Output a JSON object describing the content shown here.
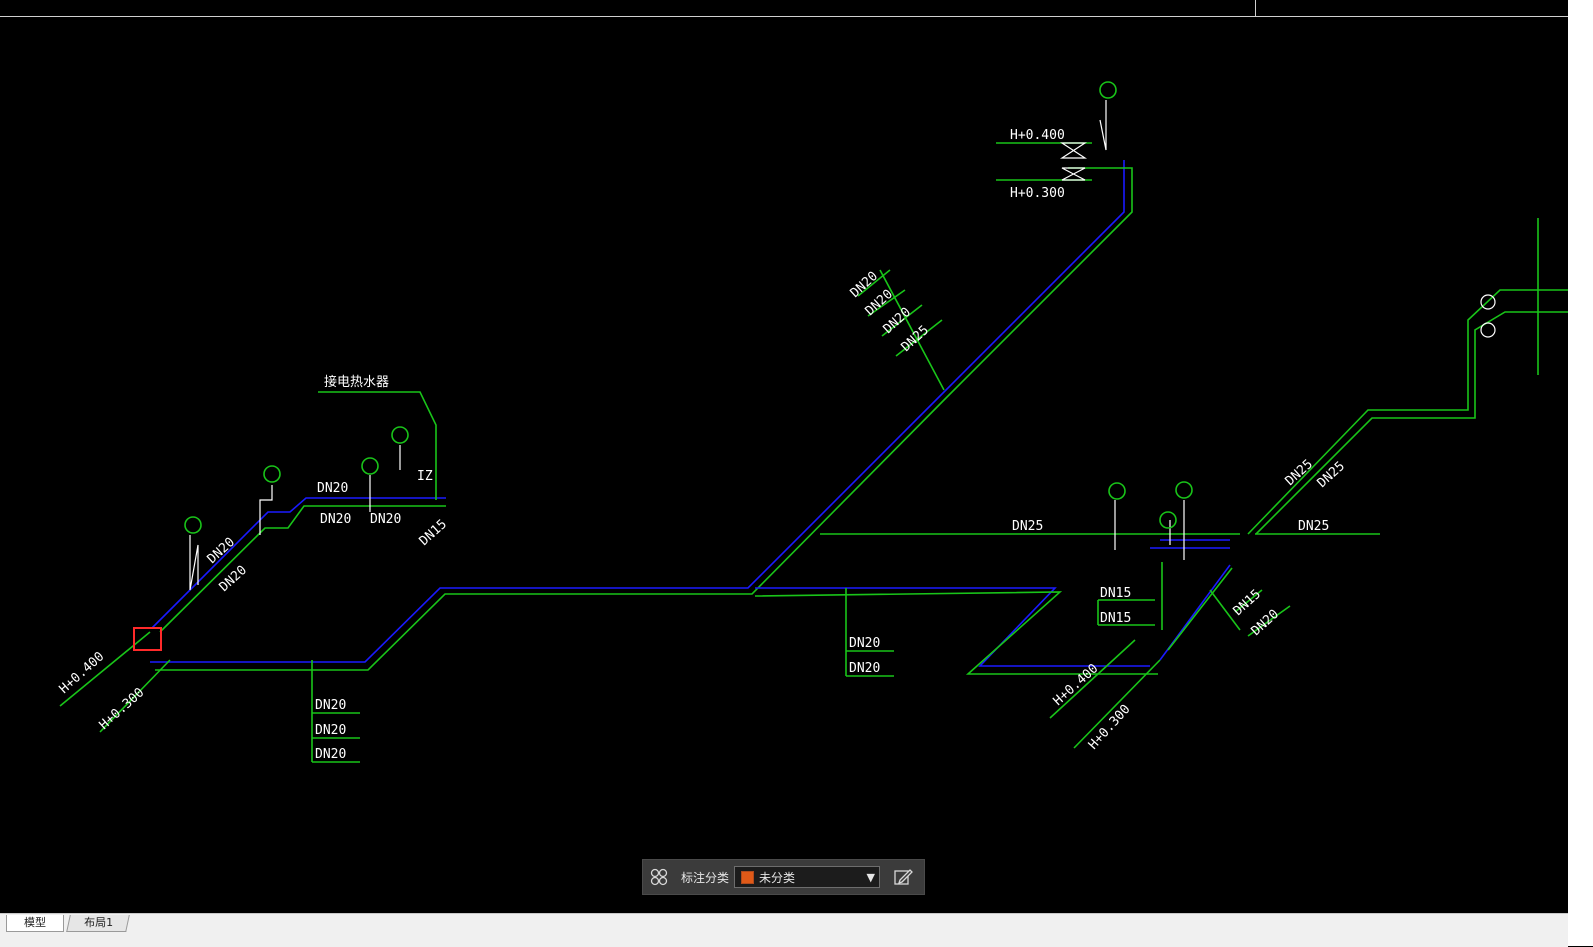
{
  "colors": {
    "canvas": "#000000",
    "pipe_blue": "#1a1aff",
    "pipe_green": "#19c419",
    "text_white": "#ffffff",
    "highlight_red": "#ff2a2a"
  },
  "drawing": {
    "heater_note": "接电热水器",
    "elev_h400_left": "H+0.400",
    "elev_h300_left": "H+0.300",
    "elev_h400_top": "H+0.400",
    "elev_h300_top": "H+0.300",
    "elev_h400_right": "H+0.400",
    "elev_h300_right": "H+0.300",
    "dn_left_1": "DN20",
    "dn_left_2": "DN20",
    "dn_upper_1": "DN20",
    "dn_upper_2": "DN20",
    "dn_upper_3": "DN20",
    "dn_upper_4": "DN15",
    "dn_iz": "IZ",
    "dn_bottom_1": "DN20",
    "dn_bottom_2": "DN20",
    "dn_bottom_3": "DN20",
    "dn_mid_1": "DN20",
    "dn_mid_2": "DN20",
    "dn_riser_1": "DN20",
    "dn_riser_2": "DN20",
    "dn_riser_3": "DN20",
    "dn_riser_4": "DN25",
    "dn_horizontal": "DN25",
    "dn_horizontal_right": "DN25",
    "dn_diag_1": "DN25",
    "dn_diag_2": "DN25",
    "dn_right_1": "DN15",
    "dn_right_2": "DN15",
    "dn_right_3": "DN15",
    "dn_right_4": "DN20"
  },
  "toolbar": {
    "category_label": "标注分类",
    "category_value": "未分类",
    "category_color": "#e05a18"
  },
  "tabs": [
    {
      "label": "模型",
      "active": true
    },
    {
      "label": "布局1",
      "active": false
    }
  ]
}
